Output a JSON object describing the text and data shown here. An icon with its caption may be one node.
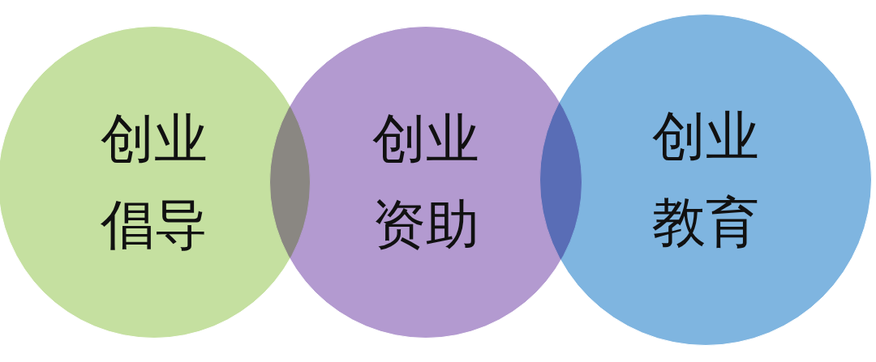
{
  "diagram": {
    "nodes": [
      {
        "text": [
          "创业倡导"
        ]
      },
      {
        "text": [
          "创业资助"
        ]
      },
      {
        "text": [
          "创业教育"
        ]
      }
    ],
    "edges": []
  }
}
